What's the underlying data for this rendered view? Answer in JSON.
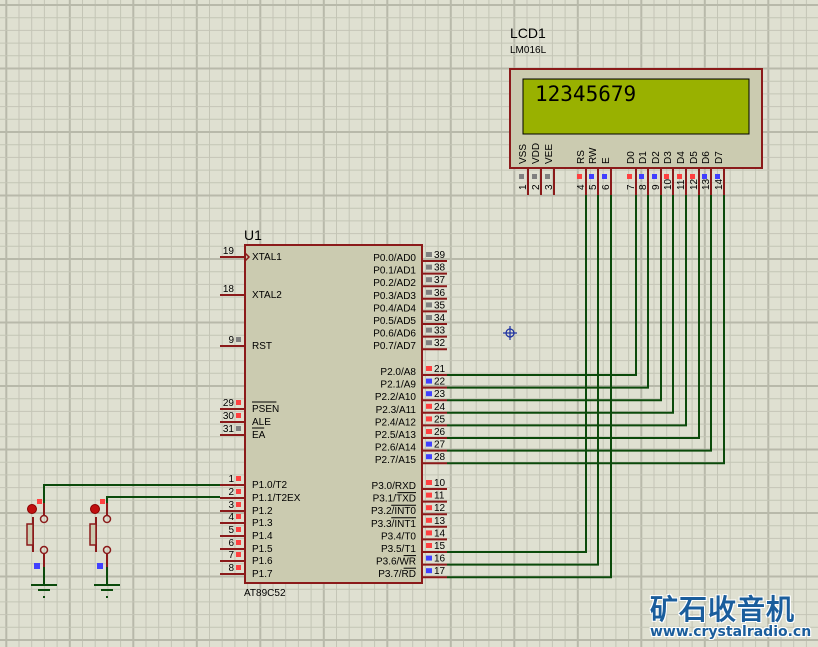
{
  "colors": {
    "background": "#dfe0d1",
    "grid_minor": "#c4c5b6",
    "grid_major": "#b8b9aa",
    "component_border": "#8b1a1a",
    "component_fill": "#cbcbb0",
    "wire": "#0b4a0b",
    "pin_high": "#ff4040",
    "pin_low": "#4040ff",
    "pin_floating": "#808080",
    "lcd_screen": "#99b100",
    "lcd_text": "#000000",
    "cursor": "#1a2ea0",
    "logo": "#1a5d9c"
  },
  "lcd": {
    "ref": "LCD1",
    "model": "LM016L",
    "display_text": "12345679",
    "pins": [
      {
        "num": "1",
        "name": "VSS",
        "state": "floating"
      },
      {
        "num": "2",
        "name": "VDD",
        "state": "floating"
      },
      {
        "num": "3",
        "name": "VEE",
        "state": "floating"
      },
      {
        "num": "4",
        "name": "RS",
        "state": "high"
      },
      {
        "num": "5",
        "name": "RW",
        "state": "low"
      },
      {
        "num": "6",
        "name": "E",
        "state": "low"
      },
      {
        "num": "7",
        "name": "D0",
        "state": "high"
      },
      {
        "num": "8",
        "name": "D1",
        "state": "low"
      },
      {
        "num": "9",
        "name": "D2",
        "state": "low"
      },
      {
        "num": "10",
        "name": "D3",
        "state": "high"
      },
      {
        "num": "11",
        "name": "D4",
        "state": "high"
      },
      {
        "num": "12",
        "name": "D5",
        "state": "high"
      },
      {
        "num": "13",
        "name": "D6",
        "state": "low"
      },
      {
        "num": "14",
        "name": "D7",
        "state": "low"
      }
    ]
  },
  "mcu": {
    "ref": "U1",
    "model": "AT89C52",
    "left_pins": [
      {
        "num": "19",
        "name": "XTAL1",
        "state": "none"
      },
      {
        "num": "18",
        "name": "XTAL2",
        "state": "none"
      },
      {
        "num": "9",
        "name": "RST",
        "state": "floating"
      },
      {
        "num": "29",
        "name": "PSEN",
        "state": "high",
        "overbar": true
      },
      {
        "num": "30",
        "name": "ALE",
        "state": "high"
      },
      {
        "num": "31",
        "name": "EA",
        "state": "floating",
        "overbar": true
      },
      {
        "num": "1",
        "name": "P1.0/T2",
        "state": "high"
      },
      {
        "num": "2",
        "name": "P1.1/T2EX",
        "state": "high"
      },
      {
        "num": "3",
        "name": "P1.2",
        "state": "high"
      },
      {
        "num": "4",
        "name": "P1.3",
        "state": "high"
      },
      {
        "num": "5",
        "name": "P1.4",
        "state": "high"
      },
      {
        "num": "6",
        "name": "P1.5",
        "state": "high"
      },
      {
        "num": "7",
        "name": "P1.6",
        "state": "high"
      },
      {
        "num": "8",
        "name": "P1.7",
        "state": "high"
      }
    ],
    "right_pins": [
      {
        "num": "39",
        "name": "P0.0/AD0",
        "state": "floating"
      },
      {
        "num": "38",
        "name": "P0.1/AD1",
        "state": "floating"
      },
      {
        "num": "37",
        "name": "P0.2/AD2",
        "state": "floating"
      },
      {
        "num": "36",
        "name": "P0.3/AD3",
        "state": "floating"
      },
      {
        "num": "35",
        "name": "P0.4/AD4",
        "state": "floating"
      },
      {
        "num": "34",
        "name": "P0.5/AD5",
        "state": "floating"
      },
      {
        "num": "33",
        "name": "P0.6/AD6",
        "state": "floating"
      },
      {
        "num": "32",
        "name": "P0.7/AD7",
        "state": "floating"
      },
      {
        "num": "21",
        "name": "P2.0/A8",
        "state": "high"
      },
      {
        "num": "22",
        "name": "P2.1/A9",
        "state": "low"
      },
      {
        "num": "23",
        "name": "P2.2/A10",
        "state": "low"
      },
      {
        "num": "24",
        "name": "P2.3/A11",
        "state": "high"
      },
      {
        "num": "25",
        "name": "P2.4/A12",
        "state": "high"
      },
      {
        "num": "26",
        "name": "P2.5/A13",
        "state": "high"
      },
      {
        "num": "27",
        "name": "P2.6/A14",
        "state": "low"
      },
      {
        "num": "28",
        "name": "P2.7/A15",
        "state": "low"
      },
      {
        "num": "10",
        "name": "P3.0/RXD",
        "state": "high"
      },
      {
        "num": "11",
        "name": "P3.1/TXD",
        "state": "high"
      },
      {
        "num": "12",
        "name": "P3.2/INT0",
        "state": "high"
      },
      {
        "num": "13",
        "name": "P3.3/INT1",
        "state": "high"
      },
      {
        "num": "14",
        "name": "P3.4/T0",
        "state": "high"
      },
      {
        "num": "15",
        "name": "P3.5/T1",
        "state": "high"
      },
      {
        "num": "16",
        "name": "P3.6/WR",
        "state": "low"
      },
      {
        "num": "17",
        "name": "P3.7/RD",
        "state": "low"
      }
    ]
  },
  "connections": [
    {
      "from": "U1.21",
      "to": "LCD1.7"
    },
    {
      "from": "U1.22",
      "to": "LCD1.8"
    },
    {
      "from": "U1.23",
      "to": "LCD1.9"
    },
    {
      "from": "U1.24",
      "to": "LCD1.10"
    },
    {
      "from": "U1.25",
      "to": "LCD1.11"
    },
    {
      "from": "U1.26",
      "to": "LCD1.12"
    },
    {
      "from": "U1.27",
      "to": "LCD1.13"
    },
    {
      "from": "U1.28",
      "to": "LCD1.14"
    },
    {
      "from": "U1.15",
      "to": "LCD1.4"
    },
    {
      "from": "U1.16",
      "to": "LCD1.5"
    },
    {
      "from": "U1.17",
      "to": "LCD1.6"
    },
    {
      "from": "U1.1",
      "to": "SW1"
    },
    {
      "from": "U1.2",
      "to": "SW2"
    }
  ],
  "switches": [
    {
      "name": "button-1",
      "top_state": "high",
      "bottom_state": "low"
    },
    {
      "name": "button-2",
      "top_state": "high",
      "bottom_state": "low"
    }
  ],
  "logo": {
    "title": "矿石收音机",
    "url": "www.crystalradio.cn"
  }
}
